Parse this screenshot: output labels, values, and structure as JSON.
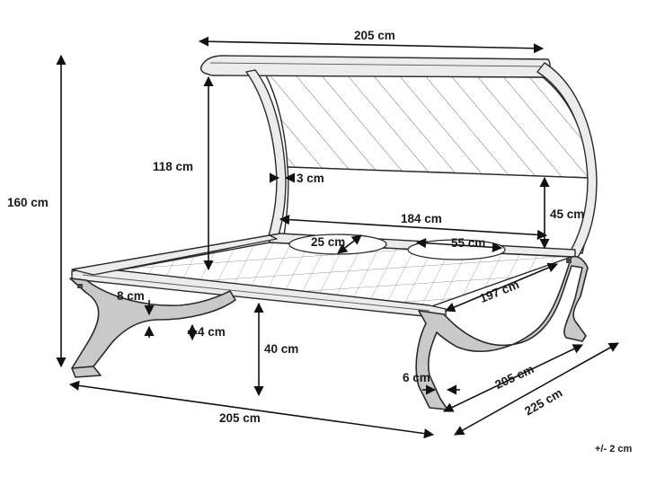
{
  "dimensions": {
    "canopy_width": "205 cm",
    "canopy_height": "118 cm",
    "total_height": "160 cm",
    "canopy_gap": "3 cm",
    "canopy_to_bed": "45 cm",
    "bed_length": "184 cm",
    "pillow_depth": "25 cm",
    "pillow_width": "55 cm",
    "bed_width": "197 cm",
    "arc_thickness": "8 cm",
    "base_thickness": "4 cm",
    "bed_height": "40 cm",
    "total_length": "205 cm",
    "foot_width": "6 cm",
    "depth_inner": "205 cm",
    "depth_outer": "225 cm"
  },
  "tolerance": "+/- 2 cm"
}
